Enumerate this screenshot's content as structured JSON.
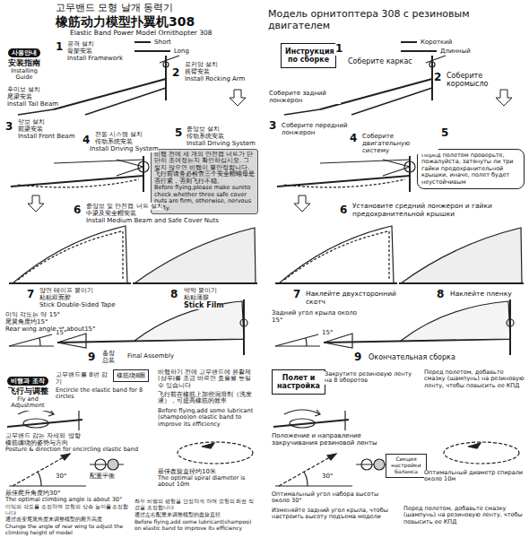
{
  "diagram": {
    "title": "橡筋动力模型扑翼机308",
    "nodes": [
      {
        "text": [
          "사용안내",
          "安装指南",
          "Installing Guide"
        ]
      },
      {
        "text": [
          "비행 전에 세 개의 안전캡 너트가 단단히 조여졌는지 확인하십시오. 그렇지 않으면 비행이 불안정합니다.",
          "飞行前请务必检查三个安全帽螺母是否拧紧，否则飞行不稳。",
          "Before flying,please make sureto check whether three safe cover nuts are firm, otherwise, nervous to fly."
        ]
      },
      {
        "text": [
          "비행과 조작",
          "飞行与调整",
          "Fly and Adjustment"
        ]
      },
      {
        "text": [
          "橡筋绕8圈"
        ]
      },
      {
        "text": [
          "Инструкция по сборке"
        ]
      },
      {
        "text": [
          "Перед полетом проверьте, пожалуйста, затянуты ли три гайки предохранительной крышки, иначе, полет будет неустойчивым"
        ]
      },
      {
        "text": [
          "Полет и настройка"
        ]
      },
      {
        "text": [
          "Секция настройки баланса"
        ]
      }
    ],
    "labels": [
      "고무밴드 모형 날개 동력기",
      "Elastic Band Power Model Ornithopter 308",
      "1",
      "골격 설치",
      "骨架安装",
      "Install Framework",
      "Short",
      "Long",
      "2",
      "로커암 설치",
      "摇臂安装",
      "Install Rocking Arm",
      "후미보 설치",
      "尾梁安装",
      "Install Tail Beam",
      "3",
      "앞보 설치",
      "前梁安装",
      "Install Front Beam",
      "4",
      "전동 시스템 설치",
      "传动系统安装",
      "Install Driving System",
      "5",
      "중앙보 설치",
      "传动系统安装",
      "Install Driving System",
      "6",
      "중앙보 및 안전캡 너트 설치",
      "中梁及安全帽安装",
      "Install Medium Beam and Safe Cover Nuts",
      "7",
      "양면 테이프 붙이기",
      "粘贴双面胶",
      "Stick Double-Sided Tape",
      "8",
      "박막 붙이기",
      "粘贴薄膜",
      "Stick Film",
      "미익 각도는 약 15°",
      "尾翼角度约15°",
      "Rear wing angle at about15°",
      "15°",
      "9",
      "총장",
      "总装",
      "Final Assembly",
      "고무밴드를 8번 감기",
      "Encircle the elastic band for 8 circles",
      "비행하기 전에 고무밴드에 윤활제(샴푸)를 조금 바르면 효율을 높일 수 있습니다",
      "飞行前在橡筋上加些润滑剂（洗发液），可提高橡筋的效率",
      "Before flying,add some lubricant (shampoo)on elastic band to improve its efficiency",
      "고무밴드 감는 자세와 방향",
      "橡筋缠绕的姿势与方向",
      "Posture & direction for encircling elastic band",
      "配重平衡",
      "最佳盘旋直径约10米",
      "The optimal spiral diameter is about 10m",
      "30°",
      "最佳爬升角度约30°",
      "The optimal climbing angle is about 30°",
      "미익의 각도를 조정하여 모형의 상승 높이를 조정합니다",
      "通过改变尾翼角度来调整模型的爬升高度",
      "Change the angle of rear wing to adjust the climbing height of model",
      "좌우 비행의 평형을 안정하게 하여 모형의 회전 직경을 조정합니다",
      "通过左右配重来调整模型的盘旋直径",
      "Before flying,add some lubricant(shampoo) on elastic band to improve its efficiency",
      "Короткий",
      "Длинный",
      "1",
      "Соберите каркас",
      "2",
      "Соберите коромысло",
      "Соберите задний лонжерон",
      "3",
      "Соберите передний лонжерон",
      "4",
      "Соберите двигательную систему",
      "5",
      "6",
      "Установите средний лонжерон и гайки предохранительной крышки",
      "7",
      "Наклейте двухсторонний скотч",
      "8",
      "Наклейте пленку",
      "Задний угол крыла около 15°",
      "15°",
      "9",
      "Окончательная сборка",
      "Закрутите резиновую ленту на 8 оборотов",
      "Перед полетом, добавьте смазку (шампунь) на резиновую ленту, чтобы повысить ее КПД",
      "Положение и направление закручивания резиновой ленты",
      "30°",
      "Оптимальный угол набора высоты около 30°",
      "Оптимальный диаметр спирали около 10м",
      "Изменяйте задний угол крыла, чтобы настроить высоту подъема модели",
      "Перед полетом, добавьте смазку (шампунь) на резиновую ленту, чтобы повысить ее КПД",
      "Модель орнитоптера 308 с резиновым двигателем"
    ]
  }
}
